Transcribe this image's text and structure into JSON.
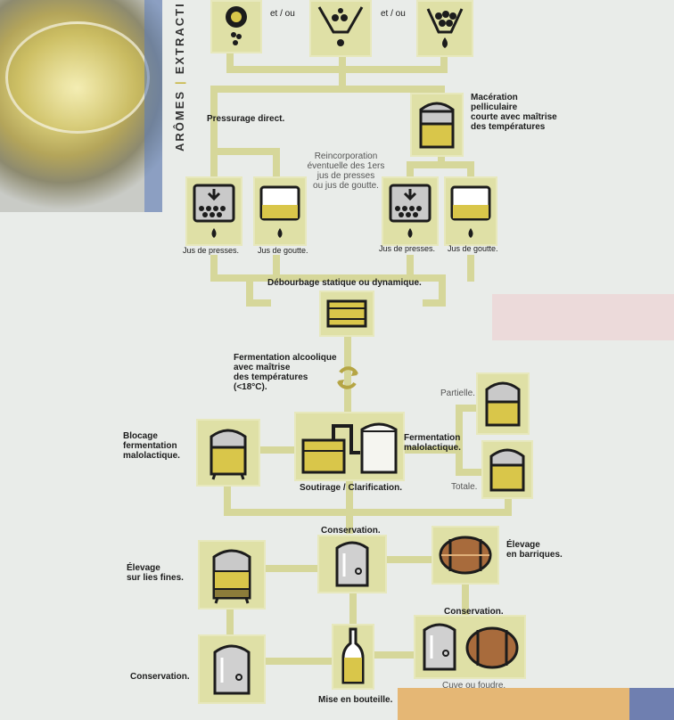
{
  "side_title": {
    "part1": "ARÔMES",
    "separator": "|",
    "part2": "EXTRACTI"
  },
  "labels": {
    "et_ou_1": "et / ou",
    "et_ou_2": "et / ou",
    "maceration": "Macération\npelliculaire\ncourte avec maîtrise\ndes températures",
    "pressurage": "Pressurage direct.",
    "reincorporation": "Reincorporation\néventuelle des 1ers\njus de presses\nou jus de goutte.",
    "jus_presses_1": "Jus de presses.",
    "jus_goutte_1": "Jus de goutte.",
    "jus_presses_2": "Jus de presses.",
    "jus_goutte_2": "Jus de goutte.",
    "debourbage": "Débourbage statique ou dynamique.",
    "fermentation_alc": "Fermentation alcoolique\navec maîtrise\ndes températures\n(<18°C).",
    "partielle": "Partielle.",
    "totale": "Totale.",
    "blocage": "Blocage\nfermentation\nmalolactique.",
    "fermentation_malo": "Fermentation\nmalolactique.",
    "soutirage": "Soutirage / Clarification.",
    "conservation_centre": "Conservation.",
    "elevage_lies": "Élevage\nsur lies fines.",
    "elevage_barriques": "Élevage\nen barriques.",
    "conservation_droite": "Conservation.",
    "conservation_gauche": "Conservation.",
    "cuve_foudre": "Cuve ou foudre.",
    "mise_bouteille": "Mise en bouteille."
  },
  "colors": {
    "box_fill": "#dfe0a6",
    "flow_line": "#d6d79a",
    "wine": "#d9c64a",
    "tank": "#c9c9c9",
    "barrel": "#a86b3c",
    "icon_dark": "#1c1c1c"
  }
}
